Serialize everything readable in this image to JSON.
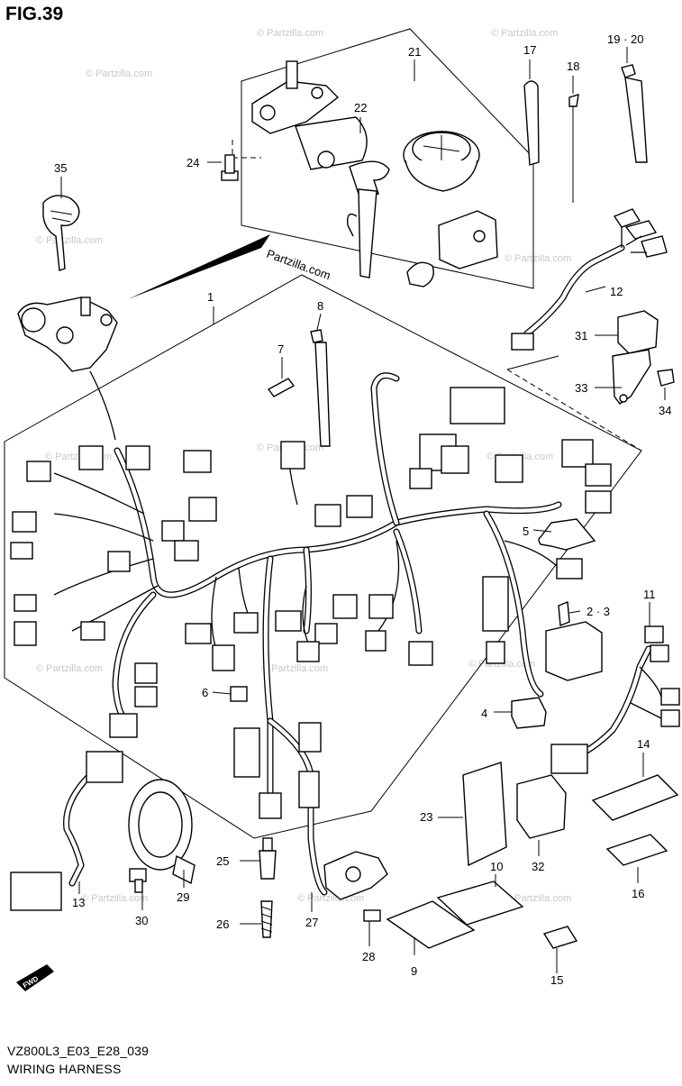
{
  "figure": {
    "title": "FIG.39",
    "code": "VZ800L3_E03_E28_039",
    "caption": "WIRING HARNESS",
    "watermark": "Partzilla.com",
    "faint_watermark": "© Partzilla.com",
    "fwd_label": "FWD"
  },
  "callouts": {
    "c1": "1",
    "c2_3": "2 · 3",
    "c4": "4",
    "c5": "5",
    "c6": "6",
    "c7": "7",
    "c8": "8",
    "c9": "9",
    "c10": "10",
    "c11": "11",
    "c12": "12",
    "c13": "13",
    "c14": "14",
    "c15": "15",
    "c16": "16",
    "c17": "17",
    "c18": "18",
    "c19_20": "19 · 20",
    "c21": "21",
    "c22": "22",
    "c23": "23",
    "c24": "24",
    "c25": "25",
    "c26": "26",
    "c27": "27",
    "c28": "28",
    "c29": "29",
    "c30": "30",
    "c31": "31",
    "c32": "32",
    "c33": "33",
    "c34": "34",
    "c35": "35"
  },
  "colors": {
    "line": "#000000",
    "background": "#ffffff",
    "watermark_faint": "#c8c8c8"
  }
}
